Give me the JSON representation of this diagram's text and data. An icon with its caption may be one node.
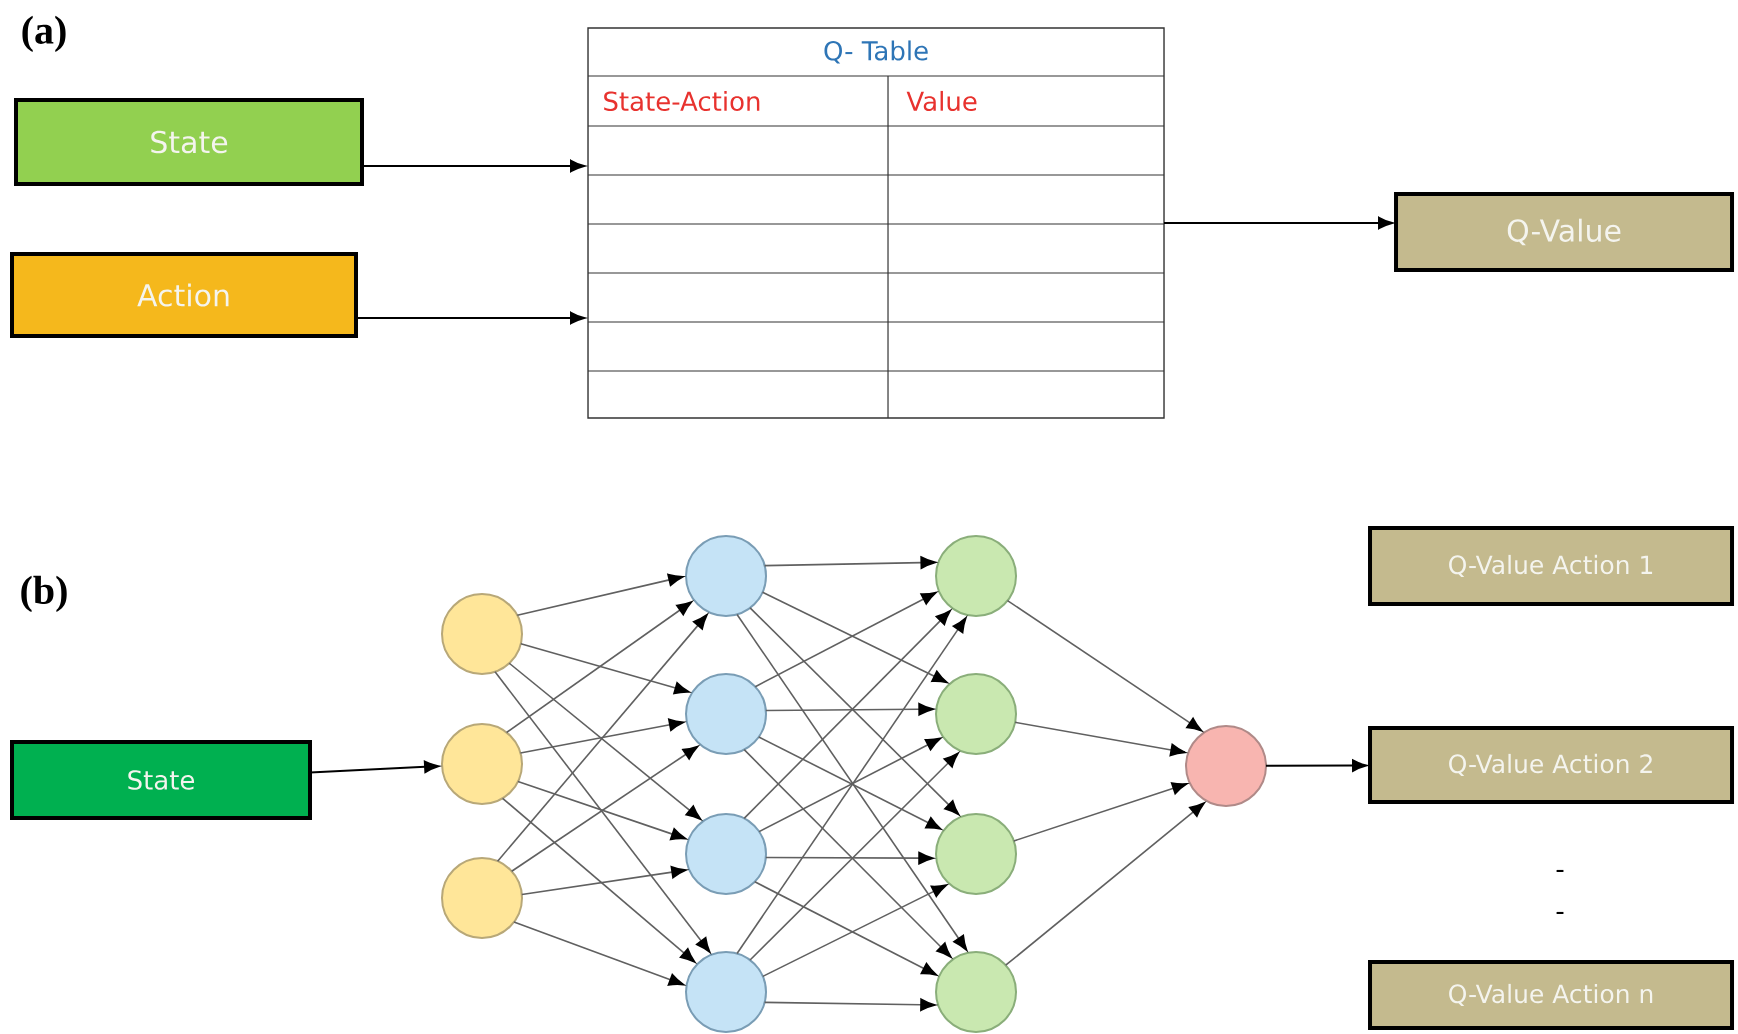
{
  "diagram": {
    "nodes": [
      {
        "text": [
          "State"
        ]
      },
      {
        "text": [
          "Action"
        ]
      },
      {
        "text": [
          "Q- Table",
          "State-Action",
          "Value"
        ]
      },
      {
        "text": [
          "Q-Value"
        ]
      },
      {
        "text": [
          "State"
        ]
      },
      {
        "text": [],
        "shape": "circle"
      },
      {
        "text": [],
        "shape": "circle"
      },
      {
        "text": [],
        "shape": "circle"
      },
      {
        "text": [],
        "shape": "circle"
      },
      {
        "text": [],
        "shape": "circle"
      },
      {
        "text": [],
        "shape": "circle"
      },
      {
        "text": [],
        "shape": "circle"
      },
      {
        "text": [],
        "shape": "circle"
      },
      {
        "text": [],
        "shape": "circle"
      },
      {
        "text": [],
        "shape": "circle"
      },
      {
        "text": [],
        "shape": "circle"
      },
      {
        "text": [],
        "shape": "circle"
      },
      {
        "text": [
          "Q-Value Action 1"
        ]
      },
      {
        "text": [
          "Q-Value Action 2"
        ]
      },
      {
        "text": [
          "Q-Value Action n"
        ]
      }
    ],
    "edges": [
      {
        "from": 0,
        "to": 2,
        "arrow": "to",
        "color": "#000000"
      },
      {
        "from": 1,
        "to": 2,
        "arrow": "to",
        "color": "#000000"
      },
      {
        "from": 2,
        "to": 3,
        "arrow": "to",
        "color": "#000000"
      },
      {
        "from": 4,
        "to": 6,
        "arrow": "to",
        "color": "#000000"
      },
      {
        "from": 5,
        "to": 8,
        "arrow": "to"
      },
      {
        "from": 5,
        "to": 9,
        "arrow": "to"
      },
      {
        "from": 5,
        "to": 10,
        "arrow": "to"
      },
      {
        "from": 5,
        "to": 11,
        "arrow": "to"
      },
      {
        "from": 6,
        "to": 8,
        "arrow": "to"
      },
      {
        "from": 6,
        "to": 9,
        "arrow": "to"
      },
      {
        "from": 6,
        "to": 10,
        "arrow": "to"
      },
      {
        "from": 6,
        "to": 11,
        "arrow": "to"
      },
      {
        "from": 7,
        "to": 8,
        "arrow": "to"
      },
      {
        "from": 7,
        "to": 9,
        "arrow": "to"
      },
      {
        "from": 7,
        "to": 10,
        "arrow": "to"
      },
      {
        "from": 7,
        "to": 11,
        "arrow": "to"
      },
      {
        "from": 8,
        "to": 12,
        "arrow": "to"
      },
      {
        "from": 8,
        "to": 13,
        "arrow": "to"
      },
      {
        "from": 8,
        "to": 14,
        "arrow": "to"
      },
      {
        "from": 8,
        "to": 15,
        "arrow": "to"
      },
      {
        "from": 9,
        "to": 12,
        "arrow": "to"
      },
      {
        "from": 9,
        "to": 13,
        "arrow": "to"
      },
      {
        "from": 9,
        "to": 14,
        "arrow": "to"
      },
      {
        "from": 9,
        "to": 15,
        "arrow": "to"
      },
      {
        "from": 10,
        "to": 12,
        "arrow": "to"
      },
      {
        "from": 10,
        "to": 13,
        "arrow": "to"
      },
      {
        "from": 10,
        "to": 14,
        "arrow": "to"
      },
      {
        "from": 10,
        "to": 15,
        "arrow": "to"
      },
      {
        "from": 11,
        "to": 12,
        "arrow": "to"
      },
      {
        "from": 11,
        "to": 13,
        "arrow": "to"
      },
      {
        "from": 11,
        "to": 14,
        "arrow": "to"
      },
      {
        "from": 11,
        "to": 15,
        "arrow": "to"
      },
      {
        "from": 12,
        "to": 16,
        "arrow": "to"
      },
      {
        "from": 13,
        "to": 16,
        "arrow": "to"
      },
      {
        "from": 14,
        "to": 16,
        "arrow": "to"
      },
      {
        "from": 15,
        "to": 16,
        "arrow": "to"
      },
      {
        "from": 16,
        "to": 18,
        "arrow": "to",
        "color": "#000000"
      }
    ],
    "labels": [
      "(a)",
      "(b)",
      "-",
      "-"
    ]
  }
}
